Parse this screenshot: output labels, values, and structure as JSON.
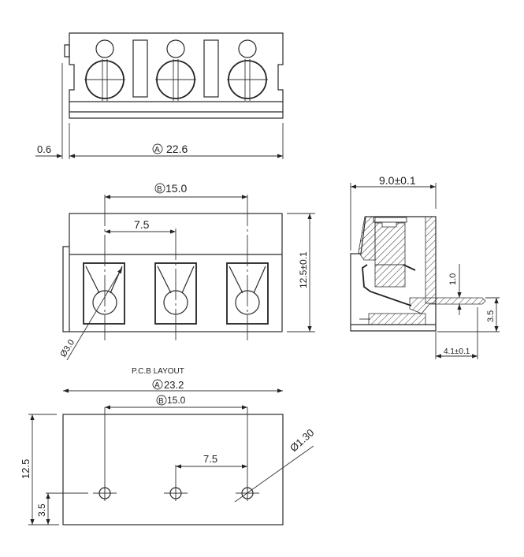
{
  "top_view": {
    "dim_overall": "22.6",
    "dim_overall_marker": "A",
    "dim_offset": "0.6"
  },
  "front_view": {
    "dim_pitch_total": "15.0",
    "dim_pitch_total_marker": "B",
    "dim_pitch": "7.5",
    "dim_height": "12.5±0.1",
    "dim_wire_hole": "Ø3.0"
  },
  "side_view": {
    "dim_depth": "9.0±0.1",
    "dim_pin_thickness": "1.0",
    "dim_pin_height": "3.5",
    "dim_pin_length": "4.1±0.1"
  },
  "pcb_layout": {
    "title": "P.C.B LAYOUT",
    "dim_overall": "23.2",
    "dim_overall_marker": "A",
    "dim_pitch_total": "15.0",
    "dim_pitch_total_marker": "B",
    "dim_pitch": "7.5",
    "dim_height": "12.5",
    "dim_hole_offset": "3.5",
    "dim_hole_diameter": "Ø1.30"
  },
  "colors": {
    "line": "#2a2a2a",
    "background": "#ffffff"
  }
}
